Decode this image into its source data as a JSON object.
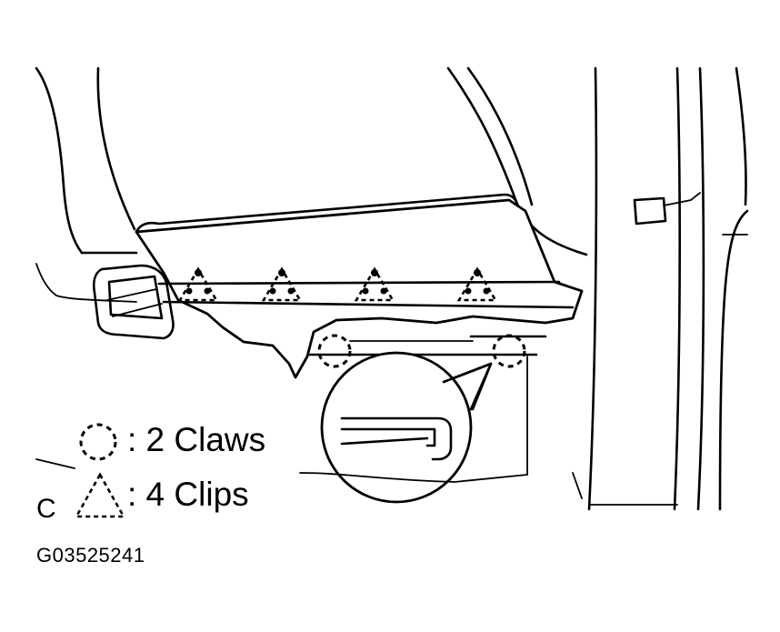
{
  "legend": {
    "claws_label": ": 2 Claws",
    "clips_label": ": 4 Clips"
  },
  "side_letter": "C",
  "figure_code": "G03525241",
  "symbols": {
    "claw": "dashed-circle-icon",
    "clip": "dashed-triangle-icon"
  },
  "colors": {
    "ink": "#000000",
    "paper": "#ffffff"
  }
}
